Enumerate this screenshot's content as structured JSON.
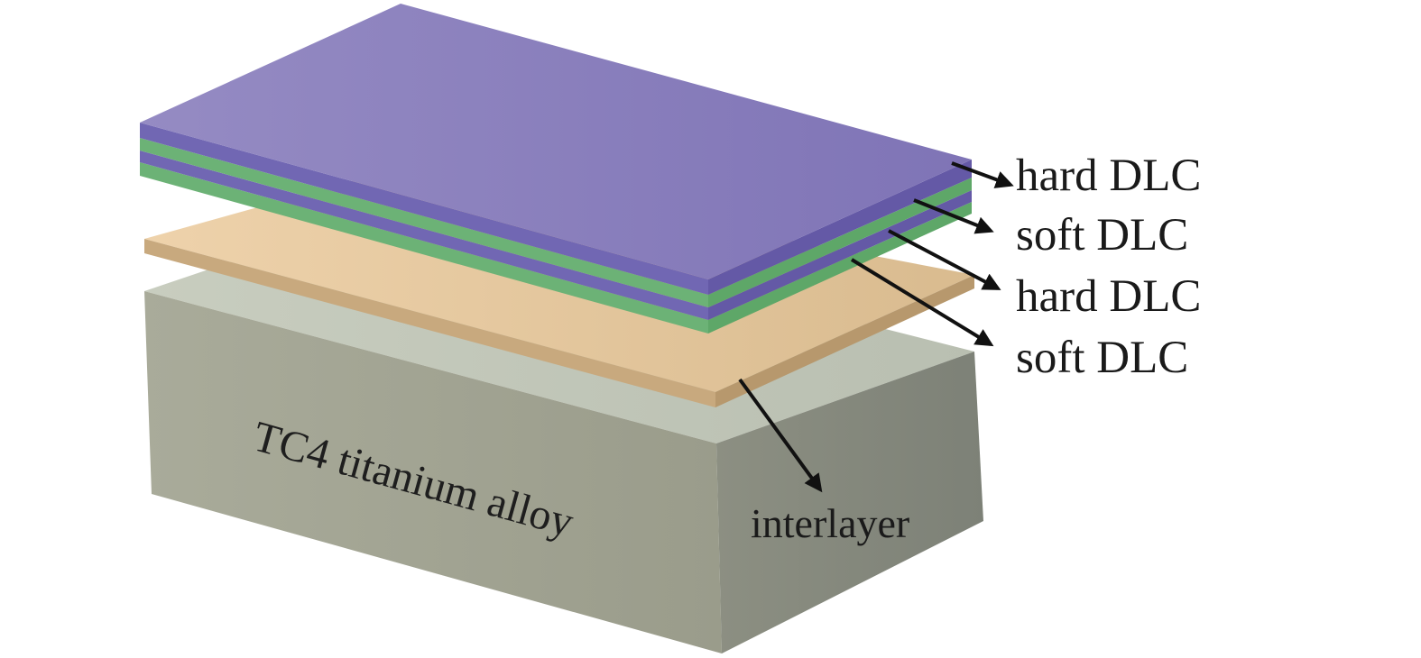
{
  "labels": {
    "layer_1": "hard DLC",
    "layer_2": "soft DLC",
    "layer_3": "hard DLC",
    "layer_4": "soft DLC",
    "interlayer": "interlayer",
    "substrate": "TC4 titanium alloy"
  },
  "colors": {
    "hard_dlc": "#8a80bf",
    "soft_dlc": "#6cb276",
    "interlayer": "#e5c79e",
    "substrate": "#a3a596",
    "arrow": "#111111"
  }
}
